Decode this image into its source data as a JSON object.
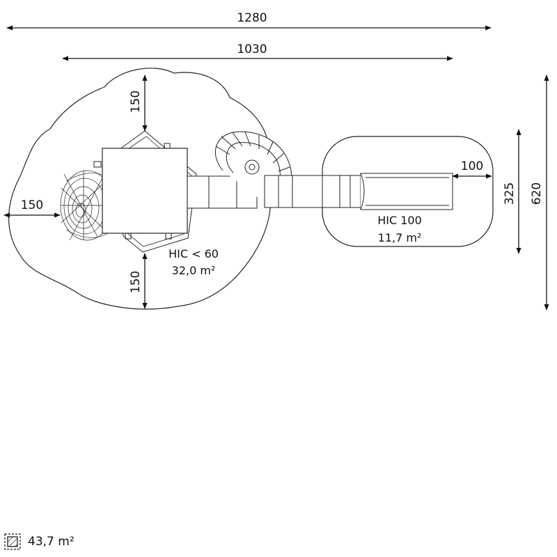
{
  "dimensions": {
    "overall_length": "1280",
    "structure_length": "1030",
    "overall_width": "620",
    "slide_zone_width": "325",
    "margin_top": "150",
    "margin_left": "150",
    "margin_bottom": "150",
    "margin_slide_end": "100"
  },
  "zones": {
    "main": {
      "hic": "HIC < 60",
      "area": "32,0 m²"
    },
    "slide": {
      "hic": "HIC 100",
      "area": "11,7 m²"
    }
  },
  "legend": {
    "total_area": "43,7 m²",
    "icon": "hatched-square-icon"
  }
}
